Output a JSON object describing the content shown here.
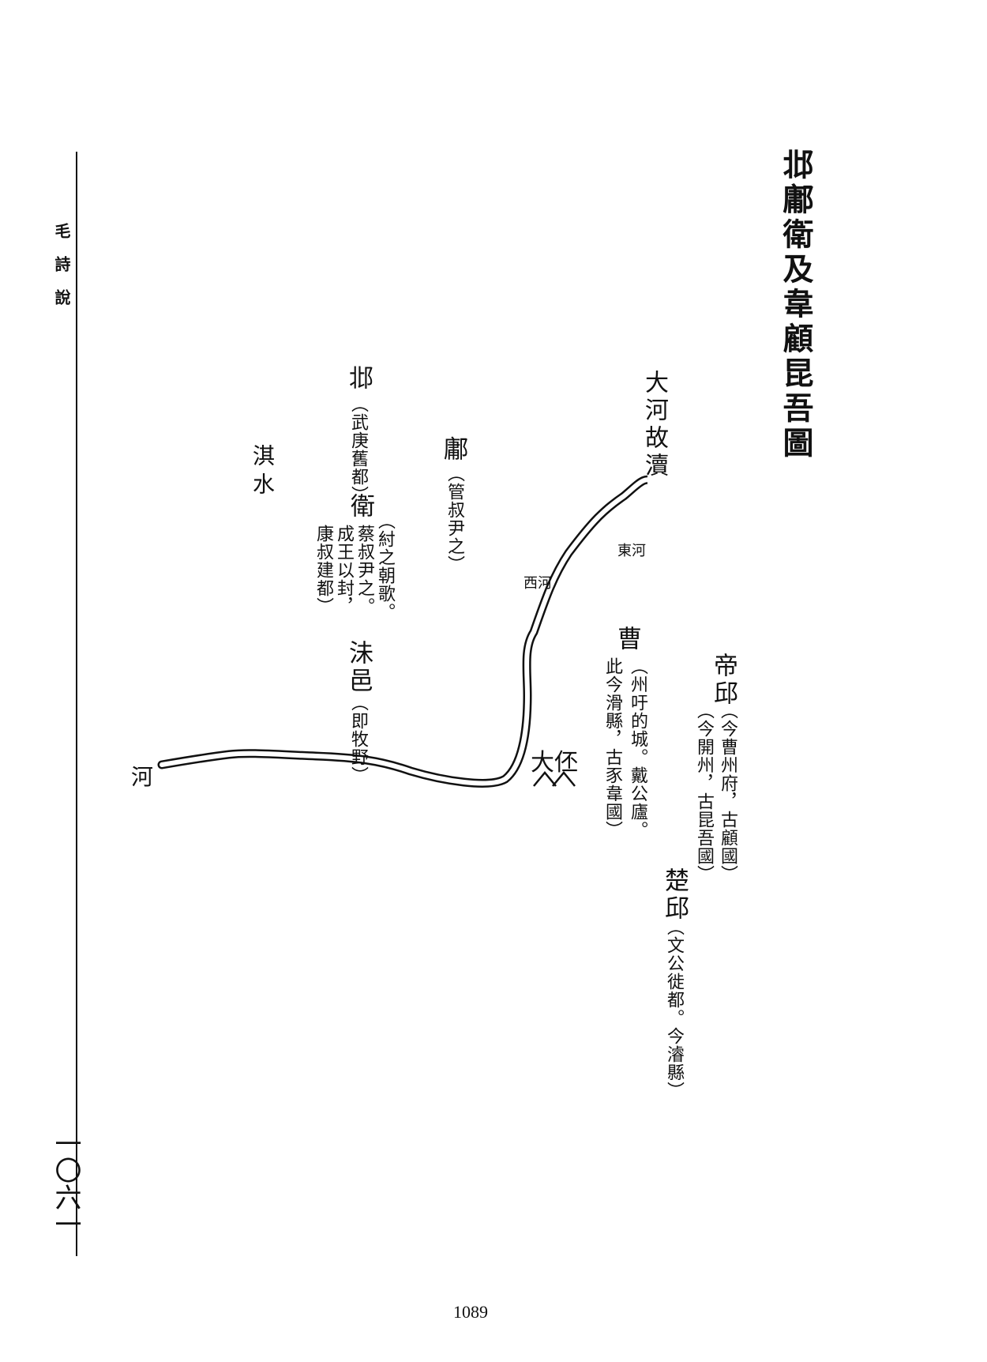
{
  "book_title": "毛詩說",
  "folio": "一〇六一",
  "page_number": "1089",
  "map_title": "邶鄘衛及韋顧昆吾圖",
  "places": {
    "bei": {
      "name": "邶",
      "note": "（武庚舊都）"
    },
    "yong": {
      "name": "鄘",
      "note": "（管叔尹之）"
    },
    "wei": {
      "name": "衛",
      "note1": "（紂之朝歌。",
      "note2": "蔡叔尹之。",
      "note3": "成王以封，",
      "note4": "康叔建都）"
    },
    "meiyi": {
      "name": "沬邑",
      "note": "（即牧野）"
    },
    "cao": {
      "name": "曹",
      "note1": "（州吁的城。戴公廬。",
      "note2": "此今滑縣，古豕韋國）"
    },
    "diqiu": {
      "name": "帝邱",
      "note1": "（今曹州府，古顧國）",
      "note2": "（今開州，古昆吾國）"
    },
    "chuqiu": {
      "name": "楚邱",
      "note": "（文公徙都。今濬縣）"
    },
    "dapi": {
      "name": "大伾"
    }
  },
  "rivers": {
    "qi": "淇水",
    "he": "河",
    "gudu": "大河故瀆",
    "donghe": "東河",
    "xihe": "西河"
  }
}
